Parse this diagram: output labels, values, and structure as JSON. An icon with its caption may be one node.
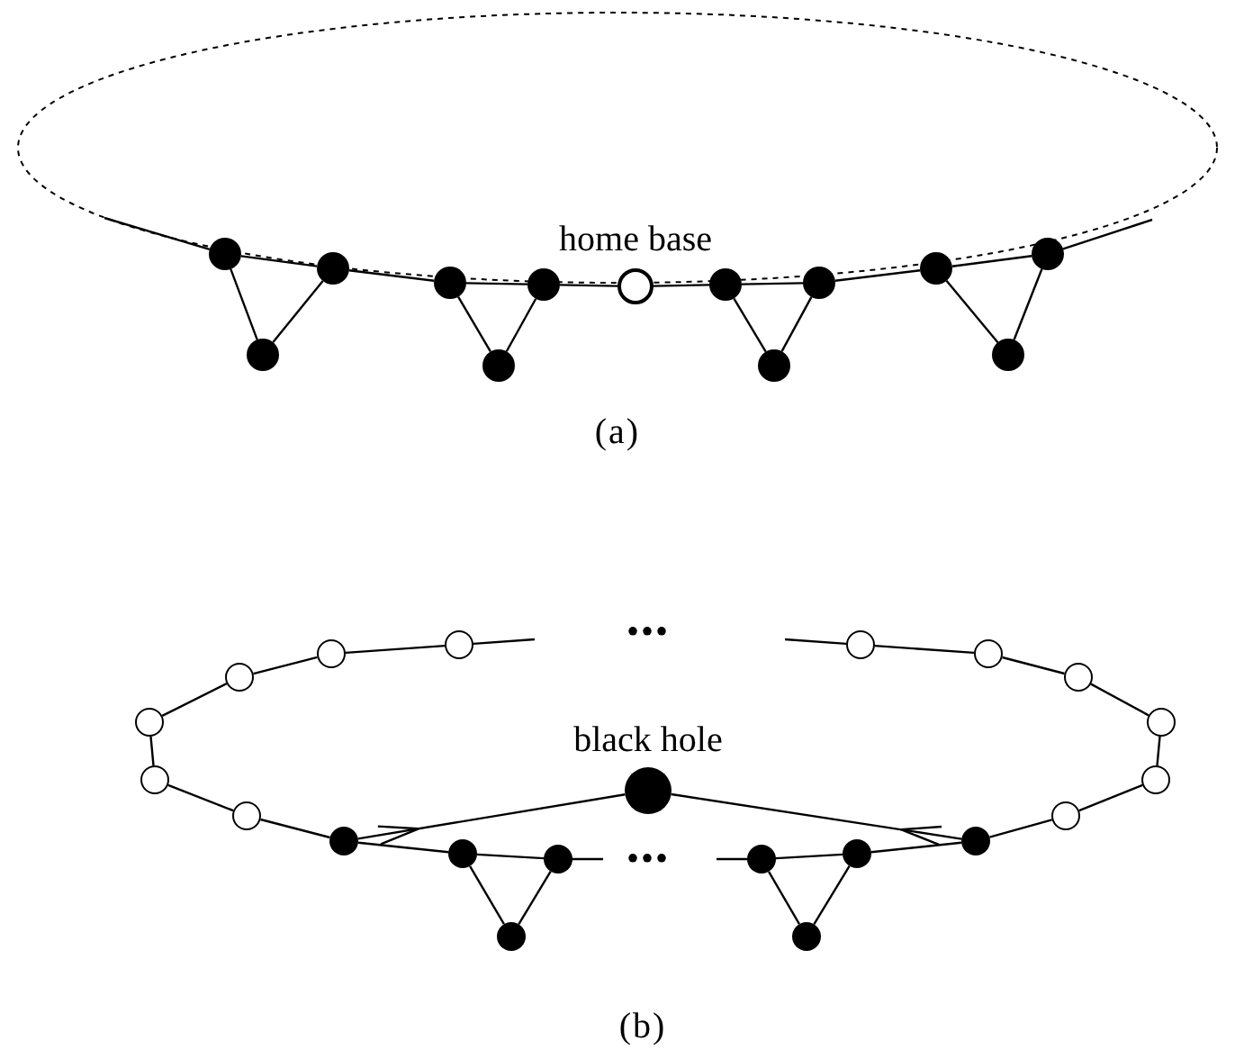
{
  "diagram": {
    "nodes": [
      {
        "text": [],
        "shape": "circle"
      },
      {
        "text": [],
        "shape": "circle"
      },
      {
        "text": [],
        "shape": "circle"
      },
      {
        "text": [],
        "shape": "circle"
      },
      {
        "text": [],
        "shape": "circle"
      },
      {
        "text": [],
        "shape": "circle"
      },
      {
        "text": [],
        "shape": "circle",
        "beside": [
          "home base"
        ]
      },
      {
        "text": [],
        "shape": "circle"
      },
      {
        "text": [],
        "shape": "circle"
      },
      {
        "text": [],
        "shape": "circle"
      },
      {
        "text": [],
        "shape": "circle"
      },
      {
        "text": [],
        "shape": "circle"
      },
      {
        "text": [],
        "shape": "circle"
      },
      {
        "text": [],
        "shape": "circle"
      },
      {
        "text": [],
        "shape": "circle"
      },
      {
        "text": [],
        "shape": "circle"
      },
      {
        "text": [],
        "shape": "circle"
      },
      {
        "text": [],
        "shape": "circle"
      },
      {
        "text": [],
        "shape": "circle"
      },
      {
        "text": [],
        "shape": "circle"
      },
      {
        "text": [],
        "shape": "circle"
      },
      {
        "text": [],
        "shape": "circle"
      },
      {
        "text": [],
        "shape": "circle"
      },
      {
        "text": [],
        "shape": "circle"
      },
      {
        "text": [],
        "shape": "circle"
      },
      {
        "text": [],
        "shape": "circle",
        "beside": [
          "black hole"
        ]
      },
      {
        "text": [],
        "shape": "circle"
      },
      {
        "text": [],
        "shape": "circle"
      },
      {
        "text": [],
        "shape": "circle"
      },
      {
        "text": [],
        "shape": "circle"
      },
      {
        "text": [],
        "shape": "circle"
      },
      {
        "text": [],
        "shape": "circle"
      },
      {
        "text": [],
        "shape": "circle"
      },
      {
        "text": [],
        "shape": "circle"
      }
    ],
    "edges": [
      {
        "from": null,
        "to": 0,
        "arrow": "none"
      },
      {
        "from": 0,
        "to": 1,
        "arrow": "none"
      },
      {
        "from": 0,
        "to": 2,
        "arrow": "none"
      },
      {
        "from": 2,
        "to": 1,
        "arrow": "none"
      },
      {
        "from": 1,
        "to": 3,
        "arrow": "none"
      },
      {
        "from": 3,
        "to": 4,
        "arrow": "none"
      },
      {
        "from": 3,
        "to": 5,
        "arrow": "none"
      },
      {
        "from": 5,
        "to": 4,
        "arrow": "none"
      },
      {
        "from": 4,
        "to": 6,
        "arrow": "none"
      },
      {
        "from": 6,
        "to": 7,
        "arrow": "none"
      },
      {
        "from": 7,
        "to": 8,
        "arrow": "none"
      },
      {
        "from": 7,
        "to": 9,
        "arrow": "none"
      },
      {
        "from": 9,
        "to": 8,
        "arrow": "none"
      },
      {
        "from": 8,
        "to": 10,
        "arrow": "none"
      },
      {
        "from": 10,
        "to": 11,
        "arrow": "none"
      },
      {
        "from": 10,
        "to": 12,
        "arrow": "none"
      },
      {
        "from": 12,
        "to": 11,
        "arrow": "none"
      },
      {
        "from": 11,
        "to": null,
        "arrow": "none"
      },
      {
        "from": 26,
        "to": 23,
        "arrow": "none"
      },
      {
        "from": 23,
        "to": 21,
        "arrow": "none"
      },
      {
        "from": 21,
        "to": 19,
        "arrow": "none"
      },
      {
        "from": 19,
        "to": 17,
        "arrow": "none"
      },
      {
        "from": 17,
        "to": 15,
        "arrow": "none"
      },
      {
        "from": 15,
        "to": 13,
        "arrow": "none"
      },
      {
        "from": 13,
        "to": null,
        "arrow": "none"
      },
      {
        "from": null,
        "to": 14,
        "arrow": "none"
      },
      {
        "from": 14,
        "to": 16,
        "arrow": "none"
      },
      {
        "from": 16,
        "to": 18,
        "arrow": "none"
      },
      {
        "from": 18,
        "to": 20,
        "arrow": "none"
      },
      {
        "from": 20,
        "to": 22,
        "arrow": "none"
      },
      {
        "from": 22,
        "to": 24,
        "arrow": "none"
      },
      {
        "from": 24,
        "to": 27,
        "arrow": "none"
      },
      {
        "from": 26,
        "to": 25,
        "arrow": "to"
      },
      {
        "from": 27,
        "to": 25,
        "arrow": "to"
      },
      {
        "from": 26,
        "to": 28,
        "arrow": "none"
      },
      {
        "from": 28,
        "to": 29,
        "arrow": "none"
      },
      {
        "from": 28,
        "to": 32,
        "arrow": "none"
      },
      {
        "from": 32,
        "to": 29,
        "arrow": "none"
      },
      {
        "from": 29,
        "to": null,
        "arrow": "none"
      },
      {
        "from": null,
        "to": 30,
        "arrow": "none"
      },
      {
        "from": 30,
        "to": 31,
        "arrow": "none"
      },
      {
        "from": 30,
        "to": 33,
        "arrow": "none"
      },
      {
        "from": 33,
        "to": 31,
        "arrow": "none"
      },
      {
        "from": 31,
        "to": 27,
        "arrow": "none"
      }
    ],
    "labels": [
      "(a)",
      "•••",
      "•••",
      "(b)"
    ]
  }
}
